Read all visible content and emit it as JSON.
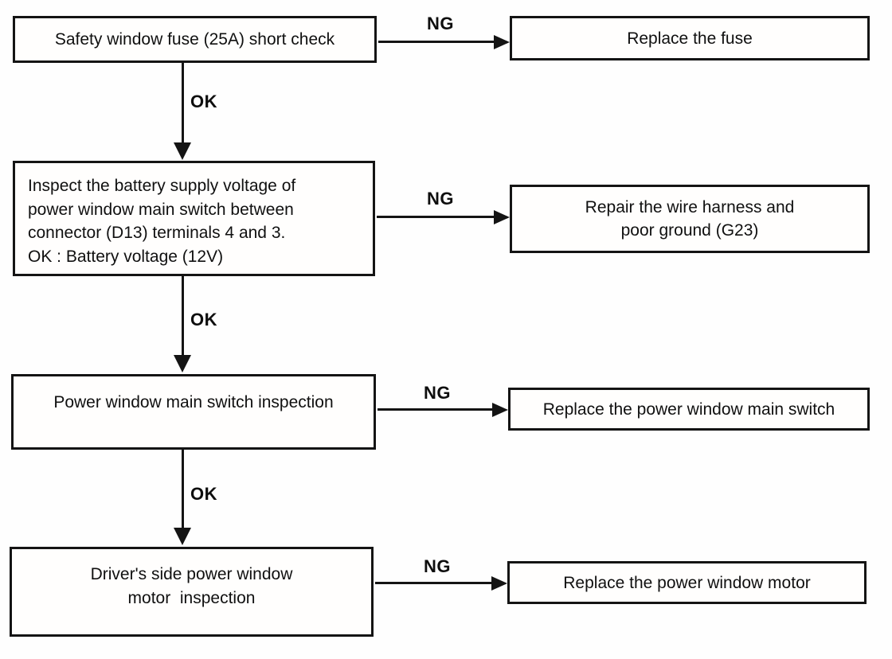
{
  "diagram": {
    "title": "power-window-troubleshooting-flowchart",
    "steps": [
      {
        "check": "Safety window fuse (25A) short check",
        "ng": "NG",
        "remedy": "Replace the fuse",
        "ok": "OK"
      },
      {
        "check": "Inspect the battery supply voltage of\npower window main switch between\nconnector (D13) terminals 4 and 3.\nOK : Battery voltage (12V)",
        "ng": "NG",
        "remedy": "Repair the wire harness and\npoor ground (G23)",
        "ok": "OK"
      },
      {
        "check": "Power window main switch inspection",
        "ng": "NG",
        "remedy": "Replace the power window main switch",
        "ok": "OK"
      },
      {
        "check": "Driver's side power window\nmotor  inspection",
        "ng": "NG",
        "remedy": "Replace the power window motor"
      }
    ],
    "line_color": "#141414"
  }
}
